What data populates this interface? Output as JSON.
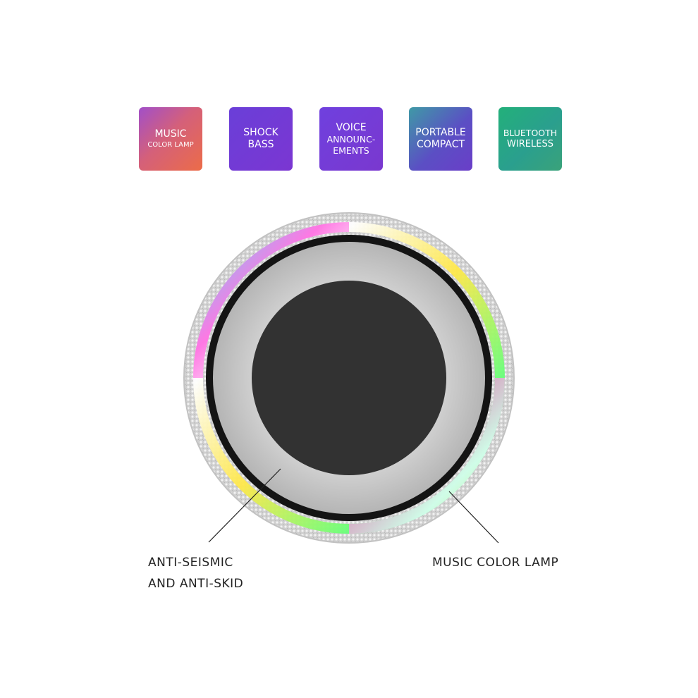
{
  "badges": [
    {
      "line1": "MUSIC",
      "line2": "COLOR LAMP",
      "color": "#d4607a"
    },
    {
      "line1": "SHOCK",
      "line2": "BASS",
      "color": "#6a3fd8"
    },
    {
      "line1": "VOICE",
      "line2": "ANNOUNC-",
      "line3": "EMENTS",
      "color": "#7238d4"
    },
    {
      "line1": "PORTABLE",
      "line2": "COMPACT",
      "color": "#5b4fc4"
    },
    {
      "line1": "BLUETOOTH",
      "line2": "WIRELESS",
      "color": "#23b07a"
    }
  ],
  "callouts": {
    "left": {
      "line1": "ANTI-SEISMIC",
      "line2": "AND ANTI-SKID"
    },
    "right": {
      "line1": "MUSIC COLOR LAMP"
    }
  }
}
